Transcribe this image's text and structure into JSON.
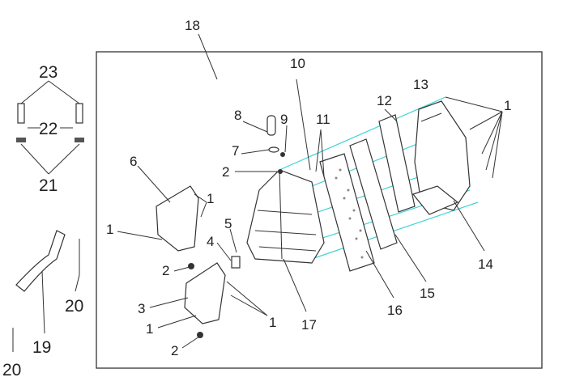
{
  "diagram": {
    "type": "exploded parts diagram",
    "callouts": {
      "c18": "18",
      "c23": "23",
      "c22": "22",
      "c21": "21",
      "c10": "10",
      "c8": "8",
      "c9": "9",
      "c11": "11",
      "c7": "7",
      "c2a": "2",
      "c12": "12",
      "c13": "13",
      "c1a": "1",
      "c6": "6",
      "c1b": "1",
      "c1c": "1",
      "c5": "5",
      "c4": "4",
      "c2b": "2",
      "c3": "3",
      "c1d": "1",
      "c1e": "1",
      "c2c": "2",
      "c17": "17",
      "c16": "16",
      "c15": "15",
      "c14": "14",
      "c20a": "20",
      "c19": "19",
      "c20b": "20"
    },
    "colors": {
      "line": "#333333",
      "guide": "#3fd3d3"
    }
  }
}
